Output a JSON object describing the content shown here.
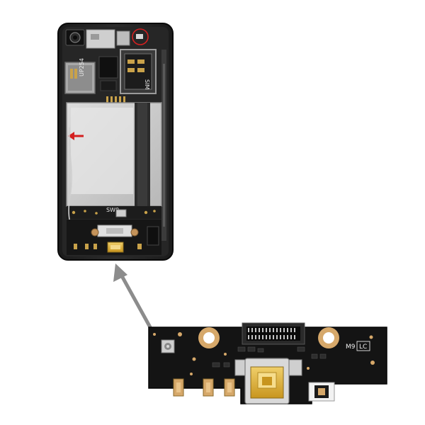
{
  "phone_board": {
    "chip_text": "UP254",
    "switch_text": "SW0",
    "callout_color": "#d42020",
    "arrow_color": "#d42020"
  },
  "pointer": {
    "color": "#8c8c8c"
  },
  "connector_board": {
    "model_label": "M9",
    "variant_label": "LC",
    "board_color": "#141414",
    "pad_color": "#d6a86a",
    "port_color": "#e0b53a"
  }
}
